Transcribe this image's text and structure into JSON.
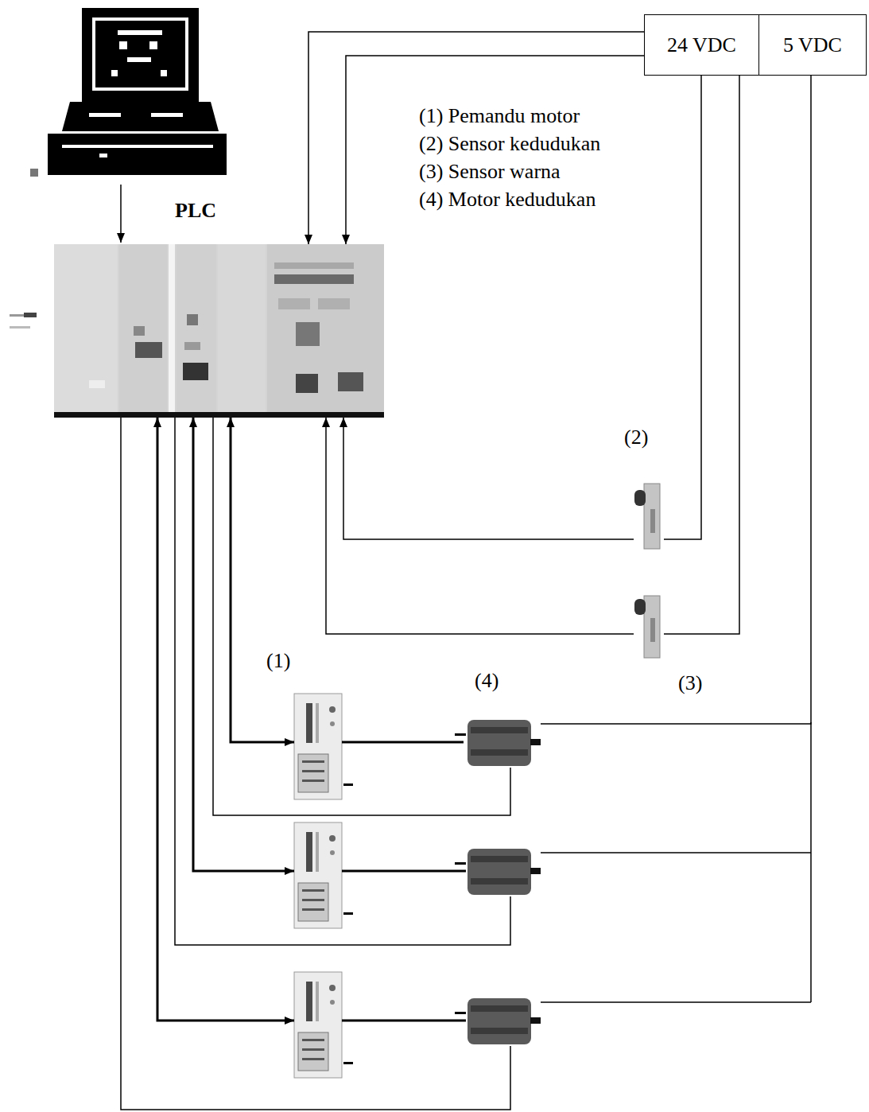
{
  "diagram": {
    "nodes": [
      {
        "text": [
          "24 VDC"
        ]
      },
      {
        "text": [
          "5 VDC"
        ]
      },
      {
        "text": [
          "PLC"
        ]
      },
      {
        "text": [
          "(2)"
        ]
      },
      {
        "text": [
          "(3)"
        ]
      },
      {
        "text": [
          "(1)"
        ]
      },
      {
        "text": [
          "(4)"
        ]
      }
    ],
    "edges": [
      {
        "from": 0,
        "to": 2,
        "arrow": "to"
      },
      {
        "from": 0,
        "to": 2,
        "arrow": "to"
      },
      {
        "from": 0,
        "to": 3,
        "arrow": "none"
      },
      {
        "from": 0,
        "to": 4,
        "arrow": "none"
      },
      {
        "from": 1,
        "to": 6,
        "arrow": "none"
      },
      {
        "from": 3,
        "to": 2,
        "arrow": "to"
      },
      {
        "from": 4,
        "to": 2,
        "arrow": "to"
      },
      {
        "from": 2,
        "to": 5,
        "arrow": "both"
      },
      {
        "from": 5,
        "to": 6,
        "arrow": "none"
      },
      {
        "from": 6,
        "to": 2,
        "arrow": "none"
      }
    ],
    "labels": [
      "(1) Pemandu motor",
      "(2) Sensor kedudukan",
      "(3) Sensor warna",
      "(4) Motor kedudukan"
    ]
  }
}
